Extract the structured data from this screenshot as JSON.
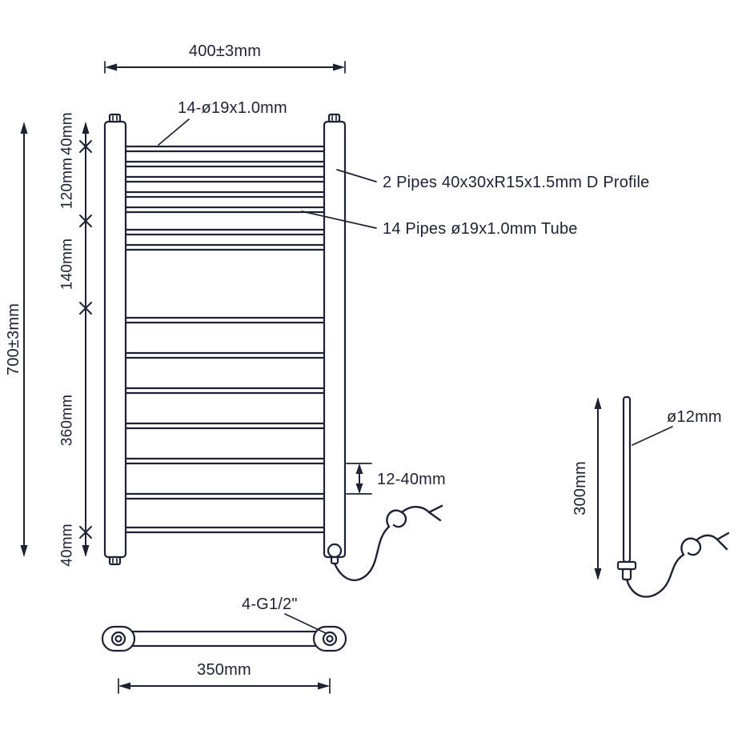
{
  "drawing": {
    "ink_color": "#1d2333",
    "front_view": {
      "width_dim": "400±3mm",
      "height_dim": "700±3mm",
      "segments": [
        "40mm",
        "120mm",
        "140mm",
        "360mm",
        "40mm"
      ],
      "pipe_spacing_dim": "12-40mm",
      "callout_pipes": "14-ø19x1.0mm",
      "callout_profile": "2 Pipes 40x30xR15x1.5mm D Profile",
      "callout_tube": "14 Pipes ø19x1.0mm Tube"
    },
    "plan_view": {
      "callout_thread": "4-G1/2\"",
      "width_dim": "350mm"
    },
    "element_view": {
      "diameter_dim": "ø12mm",
      "length_dim": "300mm"
    }
  }
}
